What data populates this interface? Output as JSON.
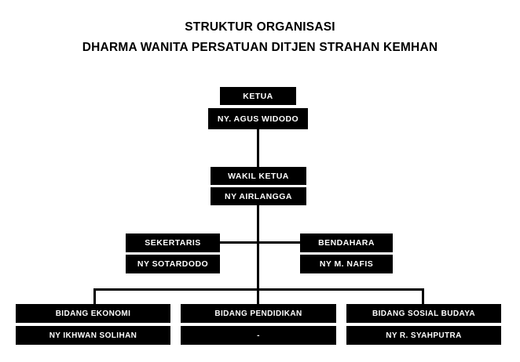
{
  "page": {
    "background_color": "#ffffff",
    "box_color": "#000000",
    "box_text_color": "#ffffff",
    "title_color": "#000000"
  },
  "title": {
    "line1": "STRUKTUR ORGANISASI",
    "line2": "DHARMA WANITA PERSATUAN DITJEN STRAHAN KEMHAN"
  },
  "chart": {
    "type": "org-chart",
    "levels": [
      {
        "level": 1,
        "nodes": [
          {
            "role": "KETUA",
            "name": "NY. AGUS WIDODO"
          }
        ]
      },
      {
        "level": 2,
        "nodes": [
          {
            "role": "WAKIL KETUA",
            "name": "NY AIRLANGGA"
          }
        ]
      },
      {
        "level": 3,
        "nodes": [
          {
            "role": "SEKERTARIS",
            "name": "NY SOTARDODO"
          },
          {
            "role": "BENDAHARA",
            "name": "NY M. NAFIS"
          }
        ]
      },
      {
        "level": 4,
        "nodes": [
          {
            "role": "BIDANG  EKONOMI",
            "name": "NY IKHWAN SOLIHAN"
          },
          {
            "role": "BIDANG  PENDIDIKAN",
            "name": "-"
          },
          {
            "role": "BIDANG  SOSIAL BUDAYA",
            "name": "NY R. SYAHPUTRA"
          }
        ]
      }
    ]
  }
}
